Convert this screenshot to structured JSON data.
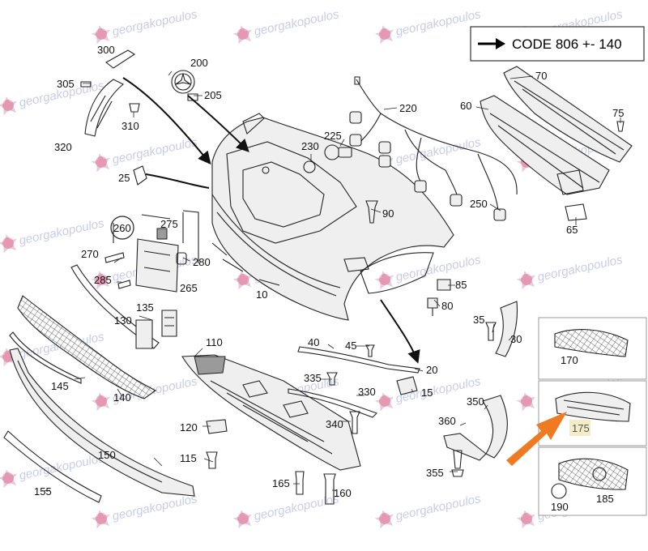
{
  "code_box": {
    "text": "CODE 806 +- 140"
  },
  "watermark": {
    "text": "georgakopoulos"
  },
  "highlight": {
    "arrow_color": "#f07a22",
    "box_color": "#f4ecc6"
  },
  "callouts": [
    "300",
    "305",
    "200",
    "205",
    "310",
    "320",
    "25",
    "220",
    "225",
    "230",
    "70",
    "60",
    "75",
    "90",
    "250",
    "65",
    "260",
    "275",
    "270",
    "280",
    "285",
    "265",
    "10",
    "85",
    "80",
    "135",
    "130",
    "110",
    "35",
    "30",
    "40",
    "45",
    "20",
    "335",
    "330",
    "15",
    "170",
    "145",
    "140",
    "350",
    "360",
    "120",
    "340",
    "175",
    "150",
    "115",
    "355",
    "165",
    "160",
    "155",
    "190",
    "185"
  ]
}
